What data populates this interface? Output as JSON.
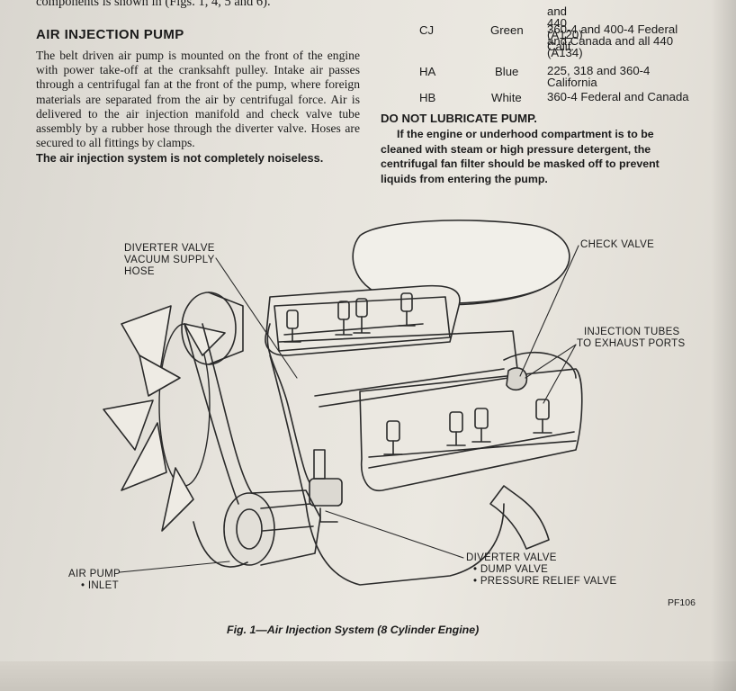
{
  "left_column": {
    "top_fragment": "components is shown in (Figs. 1, 4, 5 and 6).",
    "heading": "AIR INJECTION PUMP",
    "paragraph": "The belt driven air pump is mounted on the front of the engine with power take-off at the cranksahft pulley. Intake air passes through a centrifugal fan at the front of the pump, where foreign materials are separated from the air by centrifugal force. Air is delivered to the air injection manifold and check valve tube assembly by a rubber hose through the diverter valve. Hoses are secured to all fittings by clamps.",
    "bold_sentence": "The air injection system is not completely noiseless."
  },
  "right_column": {
    "rows": [
      {
        "code": "CJ",
        "color": "Green",
        "desc": "360-4 and 400-4 Federal and Canada and all 440 (A134)"
      },
      {
        "code": "HA",
        "color": "Blue",
        "desc": "225, 318 and 360-4 California"
      },
      {
        "code": "HB",
        "color": "White",
        "desc": "360-4 Federal and Canada"
      }
    ],
    "partial_top_desc": "and 440 (A120) Calif.",
    "warning_title": "DO NOT LUBRICATE PUMP.",
    "warning_body": "If the engine or underhood compartment is to be cleaned with steam or high pressure detergent, the centrifugal fan filter should be masked off to prevent liquids from entering the pump."
  },
  "figure": {
    "labels": {
      "diverter_hose": [
        "DIVERTER VALVE",
        "VACUUM SUPPLY",
        "HOSE"
      ],
      "check_valve": "CHECK VALVE",
      "injection_tubes": [
        "INJECTION TUBES",
        "TO EXHAUST PORTS"
      ],
      "air_pump": [
        "AIR PUMP",
        "• INLET"
      ],
      "diverter_valve": [
        "DIVERTER VALVE",
        "• DUMP VALVE",
        "• PRESSURE RELIEF VALVE"
      ]
    },
    "code": "PF106",
    "caption": "Fig. 1—Air Injection System (8 Cylinder Engine)"
  }
}
